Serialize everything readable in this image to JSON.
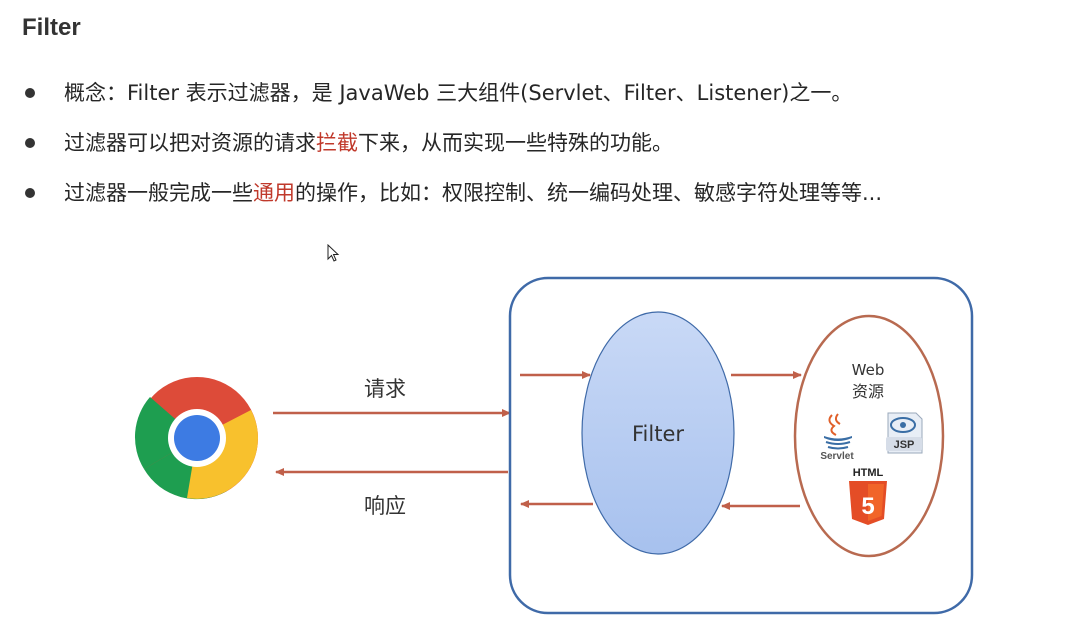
{
  "title": "Filter",
  "bullets": {
    "b1": "概念：Filter 表示过滤器，是 JavaWeb 三大组件(Servlet、Filter、Listener)之一。",
    "b2_pre": "过滤器可以把对资源的请求",
    "b2_hl": "拦截",
    "b2_post": "下来，从而实现一些特殊的功能。",
    "b3_pre": "过滤器一般完成一些",
    "b3_hl": "通用",
    "b3_post": "的操作，比如：权限控制、统一编码处理、敏感字符处理等等..."
  },
  "diagram": {
    "request_label": "请求",
    "response_label": "响应",
    "filter_label": "Filter",
    "resource_title_1": "Web",
    "resource_title_2": "资源",
    "servlet_label": "Servlet",
    "jsp_label": "JSP",
    "html_label": "HTML",
    "html5_digit": "5"
  },
  "colors": {
    "arrow": "#c0604a",
    "container_border": "#3f6aa8",
    "filter_fill": "#b5ccf2",
    "resource_border": "#b86a50",
    "highlight_text": "#c0392b",
    "html5_orange": "#e44d26"
  },
  "icons": {
    "browser": "chrome-icon",
    "servlet": "java-icon",
    "jsp": "jsp-icon",
    "html": "html5-icon",
    "cursor": "mouse-cursor-icon"
  }
}
